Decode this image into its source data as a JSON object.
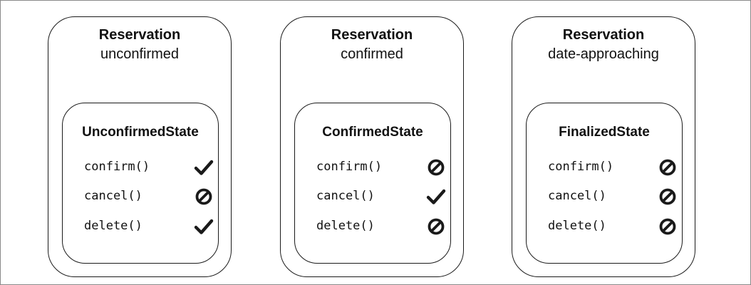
{
  "diagram": {
    "panels": [
      {
        "title": "Reservation",
        "subtitle": "unconfirmed",
        "state": {
          "name": "UnconfirmedState",
          "methods": [
            {
              "label": "confirm()",
              "allowed": true
            },
            {
              "label": "cancel()",
              "allowed": false
            },
            {
              "label": "delete()",
              "allowed": true
            }
          ]
        }
      },
      {
        "title": "Reservation",
        "subtitle": "confirmed",
        "state": {
          "name": "ConfirmedState",
          "methods": [
            {
              "label": "confirm()",
              "allowed": false
            },
            {
              "label": "cancel()",
              "allowed": true
            },
            {
              "label": "delete()",
              "allowed": false
            }
          ]
        }
      },
      {
        "title": "Reservation",
        "subtitle": "date-approaching",
        "state": {
          "name": "FinalizedState",
          "methods": [
            {
              "label": "confirm()",
              "allowed": false
            },
            {
              "label": "cancel()",
              "allowed": false
            },
            {
              "label": "delete()",
              "allowed": false
            }
          ]
        }
      }
    ],
    "icons": {
      "allowed": "check-icon",
      "blocked": "prohibited-icon"
    },
    "colors": {
      "stroke": "#1a1a1a",
      "text": "#111111",
      "frame": "#8a8a8a"
    }
  }
}
